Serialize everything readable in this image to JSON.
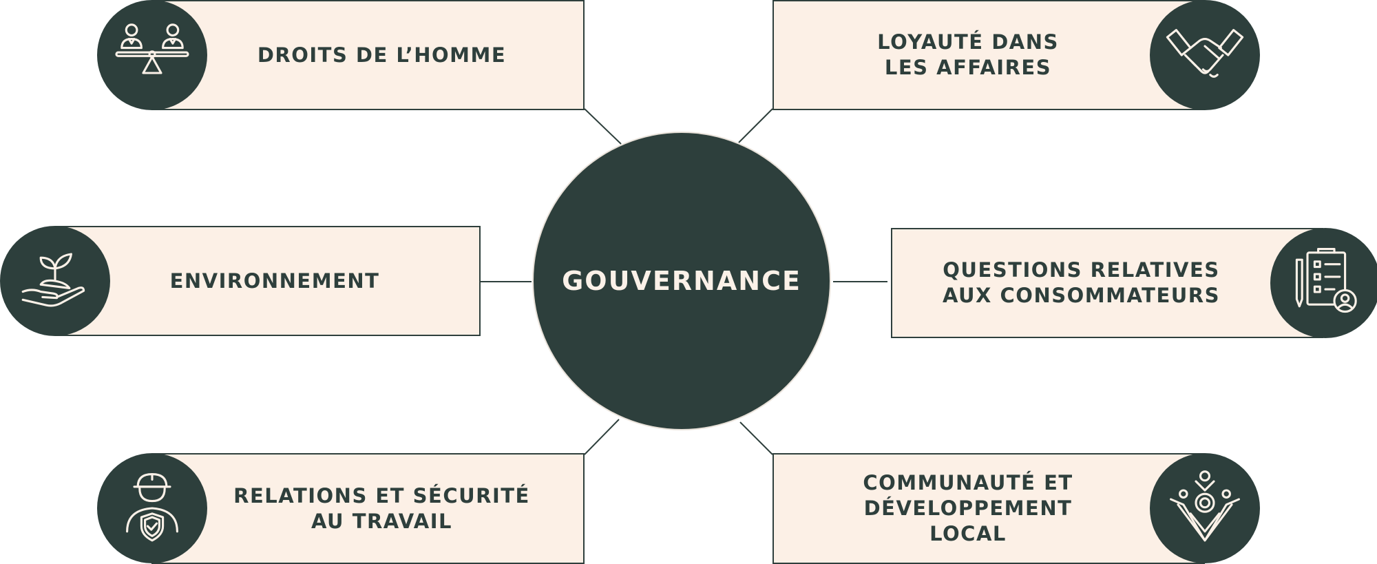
{
  "center": {
    "label": "GOUVERNANCE"
  },
  "topics": [
    {
      "label": "DROITS DE L’HOMME",
      "icon": "human-rights-scale-icon"
    },
    {
      "label": "LOYAUTÉ DANS\nLES AFFAIRES",
      "icon": "handshake-icon"
    },
    {
      "label": "ENVIRONNEMENT",
      "icon": "plant-in-hand-icon"
    },
    {
      "label": "QUESTIONS RELATIVES\nAUX CONSOMMATEURS",
      "icon": "clipboard-checklist-icon"
    },
    {
      "label": "RELATIONS ET SÉCURITÉ\nAU TRAVAIL",
      "icon": "worker-safety-icon"
    },
    {
      "label": "COMMUNAUTÉ ET\nDÉVELOPPEMENT\nLOCAL",
      "icon": "community-icon"
    }
  ],
  "colors": {
    "dark": "#2d3f3c",
    "box_fill": "#fcf0e6",
    "center_text": "#fbf1e8"
  }
}
